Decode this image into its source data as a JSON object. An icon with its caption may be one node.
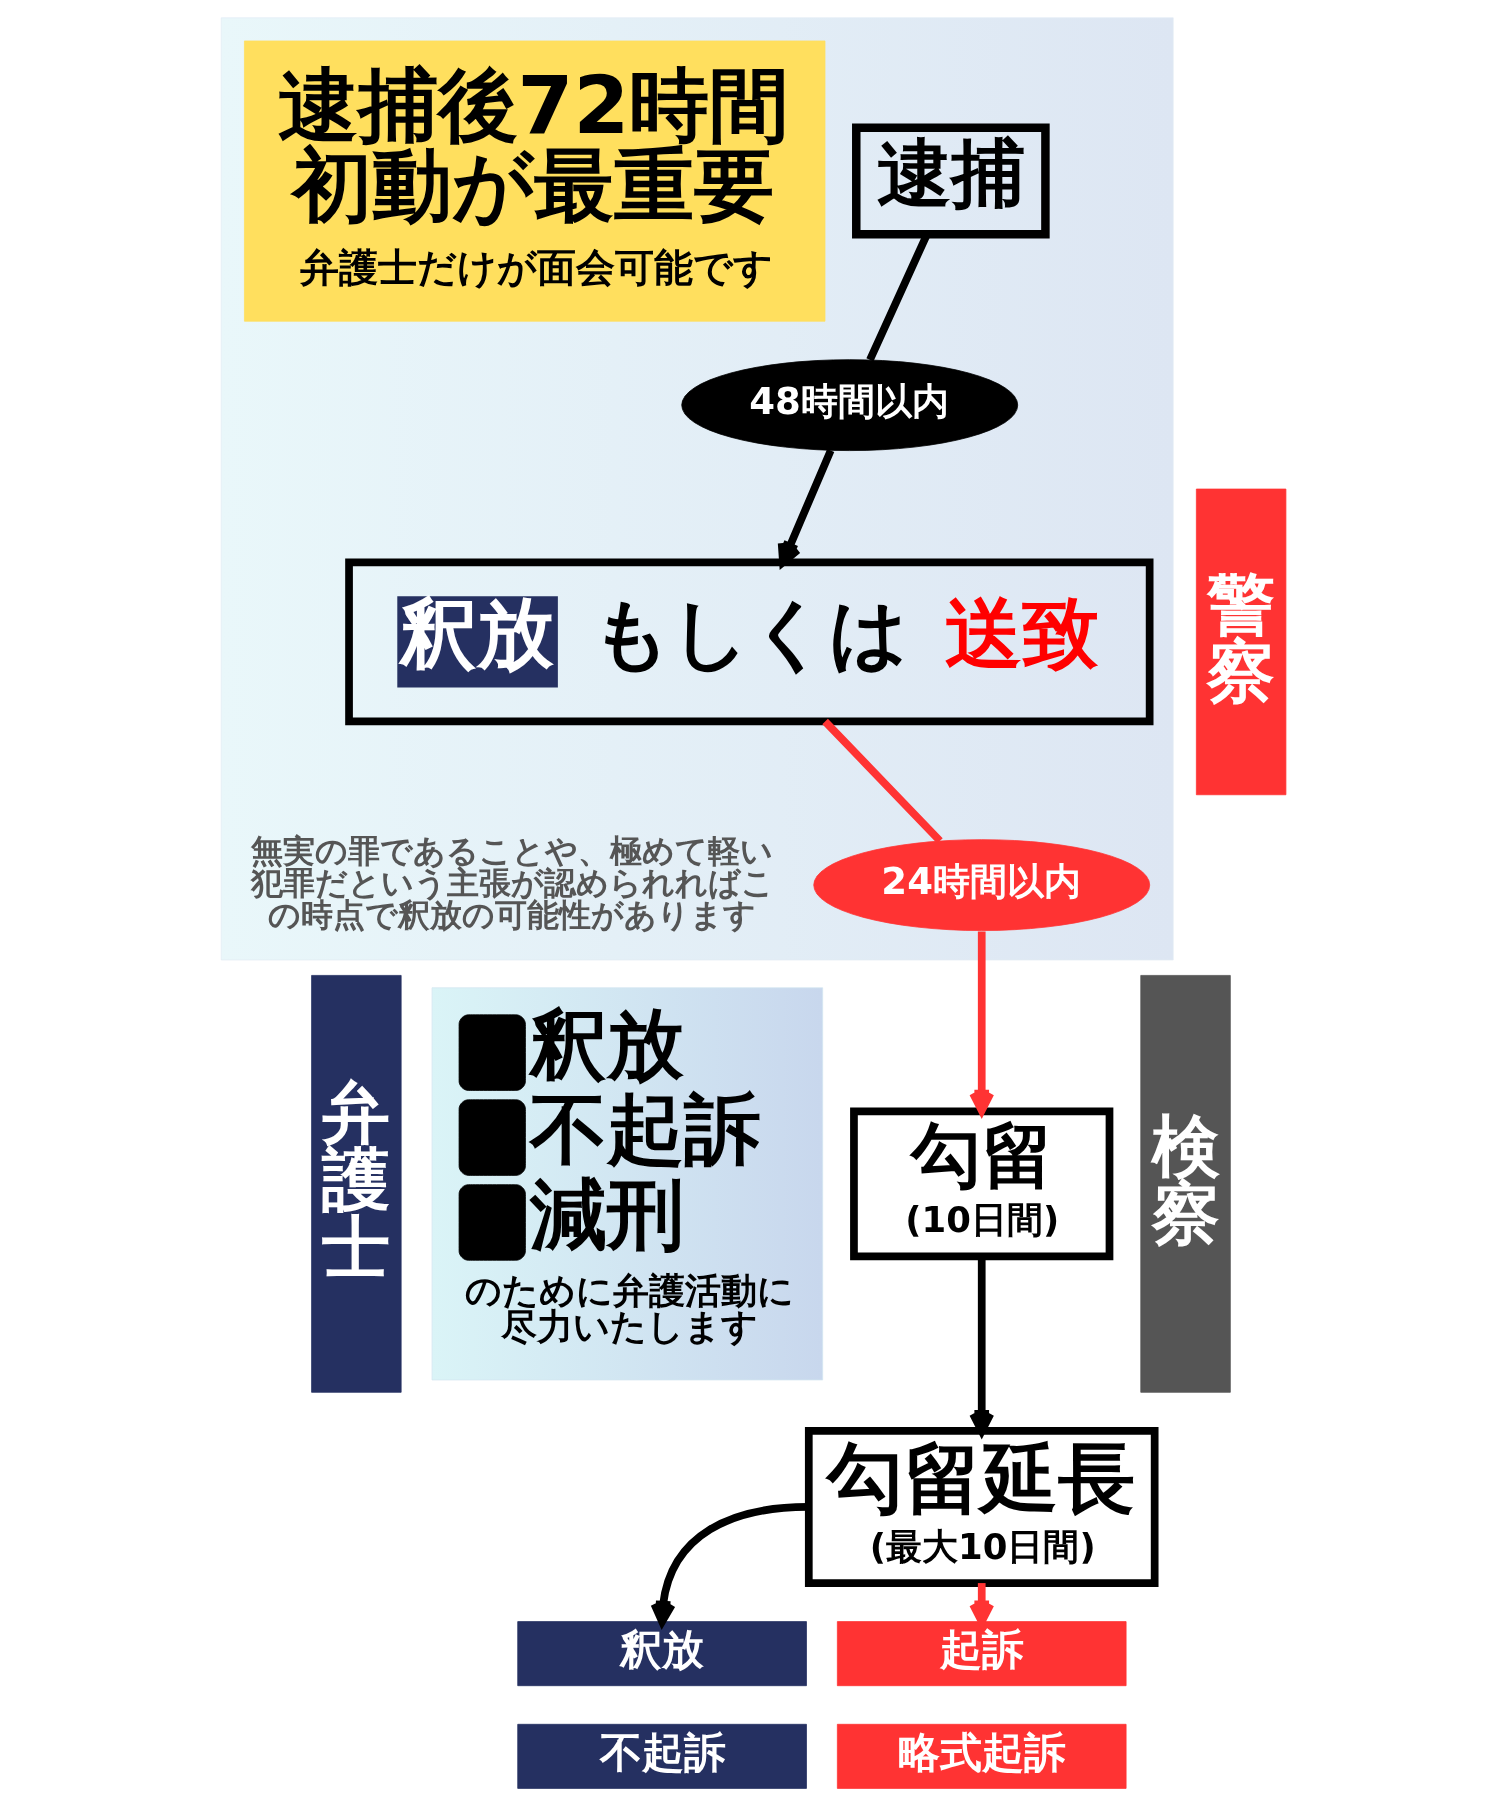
{
  "diagram": {
    "nodes": [
      {
        "text": [
          "弁護士"
        ]
      },
      {
        "text": [],
        "shape": "box"
      },
      {
        "text": [
          "逮捕後72時間初動が最重要",
          "弁護士だけが面会可能です"
        ],
        "in": 1
      },
      {
        "text": [
          "逮捕"
        ],
        "in": 1
      },
      {
        "text": [
          "48時間以内"
        ],
        "in": 1
      },
      {
        "text": [
          "釈放",
          "もしくは",
          "送致"
        ],
        "in": 1
      },
      {
        "text": [
          "24時間以内"
        ],
        "in": 1
      },
      {
        "text": [
          "警察"
        ]
      },
      {
        "text": [
          "釈放",
          "不起訴",
          "減刑",
          "のために弁護活動に尽力いたします"
        ]
      },
      {
        "text": [
          "勾留",
          "(10日間)"
        ]
      },
      {
        "text": [
          "勾留延長",
          "(最大10日間)"
        ]
      },
      {
        "text": [
          "検察"
        ]
      },
      {
        "text": [
          "釈放"
        ]
      },
      {
        "text": [
          "不起訴"
        ]
      },
      {
        "text": [
          "起訴"
        ]
      },
      {
        "text": [
          "略式起訴"
        ]
      }
    ],
    "edges": [
      {
        "from": 3,
        "to": 4,
        "arrow": "none"
      },
      {
        "from": 4,
        "to": 5,
        "arrow": "to"
      },
      {
        "from": 5,
        "to": 6,
        "arrow": "none",
        "color": "#ff3333"
      },
      {
        "from": 6,
        "to": 9,
        "arrow": "to",
        "color": "#ff3333"
      },
      {
        "from": 9,
        "to": 10,
        "arrow": "to"
      },
      {
        "from": 10,
        "to": 12,
        "arrow": "to"
      },
      {
        "from": 10,
        "to": 14,
        "arrow": "to",
        "color": "#ff3333"
      }
    ],
    "labels": [
      "無実の罪であることや、極めて軽い犯罪だという主張が認められればこの時点で釈放の可能性があります"
    ]
  }
}
